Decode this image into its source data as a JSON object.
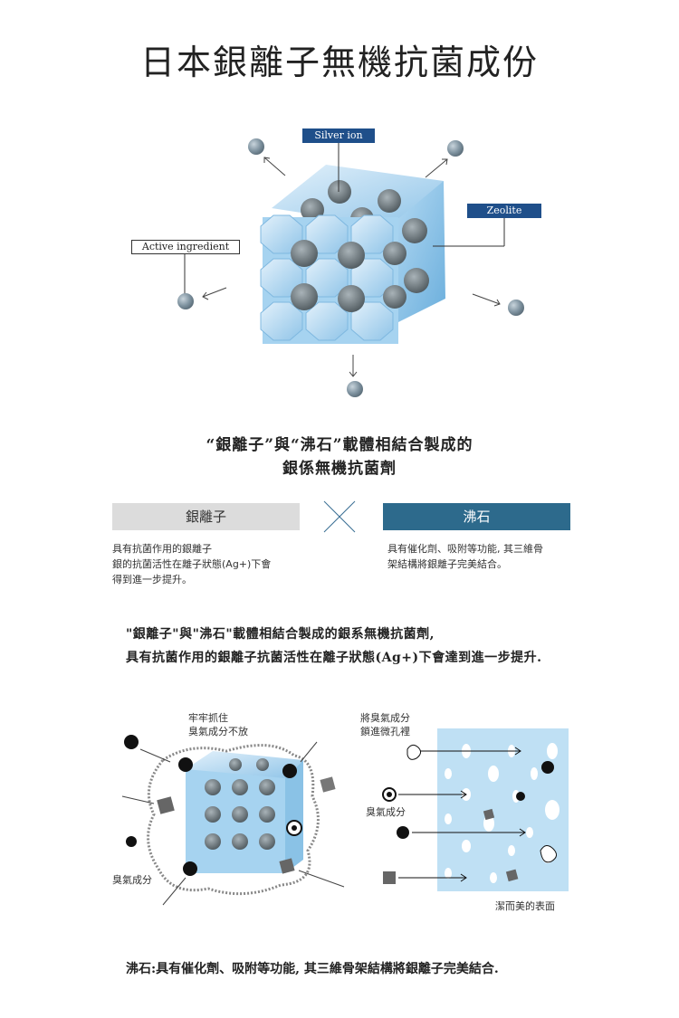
{
  "title": "日本銀離子無機抗菌成份",
  "diagram": {
    "silver_ion_label": "Silver ion",
    "zeolite_label": "Zeolite",
    "active_ingredient_label": "Active ingredient"
  },
  "headline": {
    "line1": "“銀離子”與“沸石”載體相結合製成的",
    "line2": "銀係無機抗菌劑"
  },
  "comparison": {
    "left_title": "銀離子",
    "right_title": "沸石",
    "left_desc_line1": "具有抗菌作用的銀離子",
    "left_desc_line2": "銀的抗菌活性在離子狀態(Ag+)下會",
    "left_desc_line3": "得到進一步提升。",
    "right_desc_line1": "具有催化劑、吸附等功能, 其三維骨",
    "right_desc_line2": "架結構將銀離子完美結合。"
  },
  "summary": {
    "line1": "\"銀離子\"與\"沸石\"載體相結合製成的銀系無機抗菌劑,",
    "line2": "具有抗菌作用的銀離子抗菌活性在離子狀態(Ag+)下會達到進一步提升."
  },
  "illustration": {
    "hold_line1": "牢牢抓住",
    "hold_line2": "臭氣成分不放",
    "odor_left": "臭氣成分",
    "lock_line1": "將臭氣成分",
    "lock_line2": "鎖進微孔裡",
    "odor_right": "臭氣成分",
    "surface": "潔而美的表面"
  },
  "footer": "沸石:具有催化劑、吸附等功能, 其三維骨架結構將銀離子完美結合."
}
